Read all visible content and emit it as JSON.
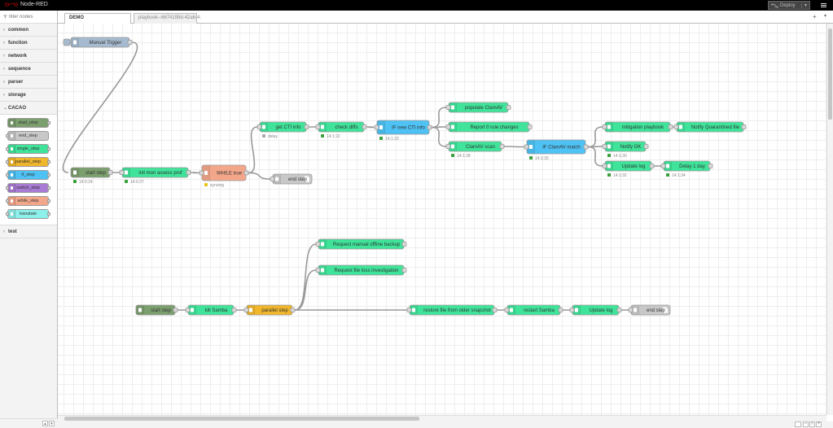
{
  "app": {
    "title": "Node-RED"
  },
  "header": {
    "deploy_label": "Deploy",
    "menu_icon": "hamburger-icon"
  },
  "palette": {
    "search_placeholder": "filter nodes",
    "categories": [
      {
        "label": "common"
      },
      {
        "label": "function"
      },
      {
        "label": "network"
      },
      {
        "label": "sequence"
      },
      {
        "label": "parser"
      },
      {
        "label": "storage"
      },
      {
        "label": "CACAO"
      },
      {
        "label": "test"
      }
    ],
    "cacao_nodes": [
      {
        "label": "start_step",
        "color": "#7c9f6e"
      },
      {
        "label": "end_step",
        "color": "#c8c8c8"
      },
      {
        "label": "single_step",
        "color": "#3fe49a"
      },
      {
        "label": "parallel_step",
        "color": "#f0b62c"
      },
      {
        "label": "if_step",
        "color": "#4ec2f4"
      },
      {
        "label": "switch_step",
        "color": "#a97bd4"
      },
      {
        "label": "while_step",
        "color": "#f3a78a"
      },
      {
        "label": "translate",
        "color": "#8df0ea"
      }
    ]
  },
  "tabs": [
    {
      "label": "DEMO"
    },
    {
      "label": "playbook--6674199d-42a6-4:"
    }
  ],
  "nodes": [
    {
      "label": "Manual Trigger",
      "type": "inject",
      "italic": true,
      "color": "#a6bbcf"
    },
    {
      "label": "start step",
      "type": "start",
      "status": "14:0:24",
      "status_color": "#3ca03c",
      "color": "#7c9f6e"
    },
    {
      "label": "init mon assess prof",
      "type": "single",
      "status": "14:0:27",
      "status_color": "#3ca03c",
      "color": "#3fe49a"
    },
    {
      "label": "WHILE true",
      "type": "while",
      "status": "syncing",
      "status_color": "#e6c619",
      "color": "#f3a78a"
    },
    {
      "label": "end step",
      "type": "end",
      "color": "#c8c8c8"
    },
    {
      "label": "get CTI info",
      "type": "single",
      "status": "delay",
      "status_color": "#aaaaaa",
      "color": "#3fe49a"
    },
    {
      "label": "check diffs",
      "type": "single",
      "status": "14:1:22",
      "status_color": "#3ca03c",
      "color": "#3fe49a"
    },
    {
      "label": "IF new CTI info",
      "type": "if",
      "status": "14:1:23",
      "status_color": "#3ca03c",
      "color": "#4ec2f4"
    },
    {
      "label": "populate ClamAV",
      "type": "single",
      "color": "#3fe49a"
    },
    {
      "label": "Report 0 rule changes",
      "type": "single",
      "color": "#3fe49a"
    },
    {
      "label": "ClamAV scan",
      "type": "single",
      "status": "14:1:28",
      "status_color": "#3ca03c",
      "color": "#3fe49a"
    },
    {
      "label": "IF ClamAV match",
      "type": "if",
      "status": "14:1:30",
      "status_color": "#3ca03c",
      "color": "#4ec2f4"
    },
    {
      "label": "mitigation playbook",
      "type": "single",
      "color": "#3fe49a"
    },
    {
      "label": "Notify Quarantined file",
      "type": "single",
      "color": "#3fe49a"
    },
    {
      "label": "Notify OK",
      "type": "single",
      "status": "14:1:30",
      "status_color": "#3ca03c",
      "color": "#3fe49a"
    },
    {
      "label": "Update log",
      "type": "single",
      "status": "14:1:32",
      "status_color": "#3ca03c",
      "color": "#3fe49a"
    },
    {
      "label": "Delay 1 day",
      "type": "single",
      "status": "14:1:34",
      "status_color": "#3ca03c",
      "color": "#3fe49a"
    },
    {
      "label": "start step",
      "type": "start",
      "color": "#7c9f6e"
    },
    {
      "label": "kill Samba",
      "type": "single",
      "color": "#3fe49a"
    },
    {
      "label": "parallel step",
      "type": "parallel",
      "color": "#f0b62c"
    },
    {
      "label": "Request manual offline backup",
      "type": "single",
      "color": "#3fe49a"
    },
    {
      "label": "Request file loss investigation",
      "type": "single",
      "color": "#3fe49a"
    },
    {
      "label": "restore file from older snapshot",
      "type": "single",
      "color": "#3fe49a"
    },
    {
      "label": "restart Samba",
      "type": "single",
      "color": "#3fe49a"
    },
    {
      "label": "Update log",
      "type": "single",
      "color": "#3fe49a"
    },
    {
      "label": "end step",
      "type": "end",
      "color": "#c8c8c8"
    }
  ],
  "wires": [
    [
      0,
      1
    ],
    [
      1,
      2
    ],
    [
      2,
      3
    ],
    [
      3,
      4
    ],
    [
      3,
      5
    ],
    [
      5,
      6
    ],
    [
      6,
      7
    ],
    [
      7,
      8
    ],
    [
      7,
      9
    ],
    [
      7,
      10
    ],
    [
      10,
      11
    ],
    [
      11,
      12
    ],
    [
      12,
      13
    ],
    [
      11,
      14
    ],
    [
      11,
      15
    ],
    [
      15,
      16
    ],
    [
      17,
      18
    ],
    [
      18,
      19
    ],
    [
      19,
      20
    ],
    [
      19,
      21
    ],
    [
      19,
      22
    ],
    [
      22,
      23
    ],
    [
      23,
      24
    ],
    [
      24,
      25
    ]
  ],
  "footer": {
    "zoom_out": "−",
    "zoom_reset": "○",
    "zoom_in": "+"
  }
}
